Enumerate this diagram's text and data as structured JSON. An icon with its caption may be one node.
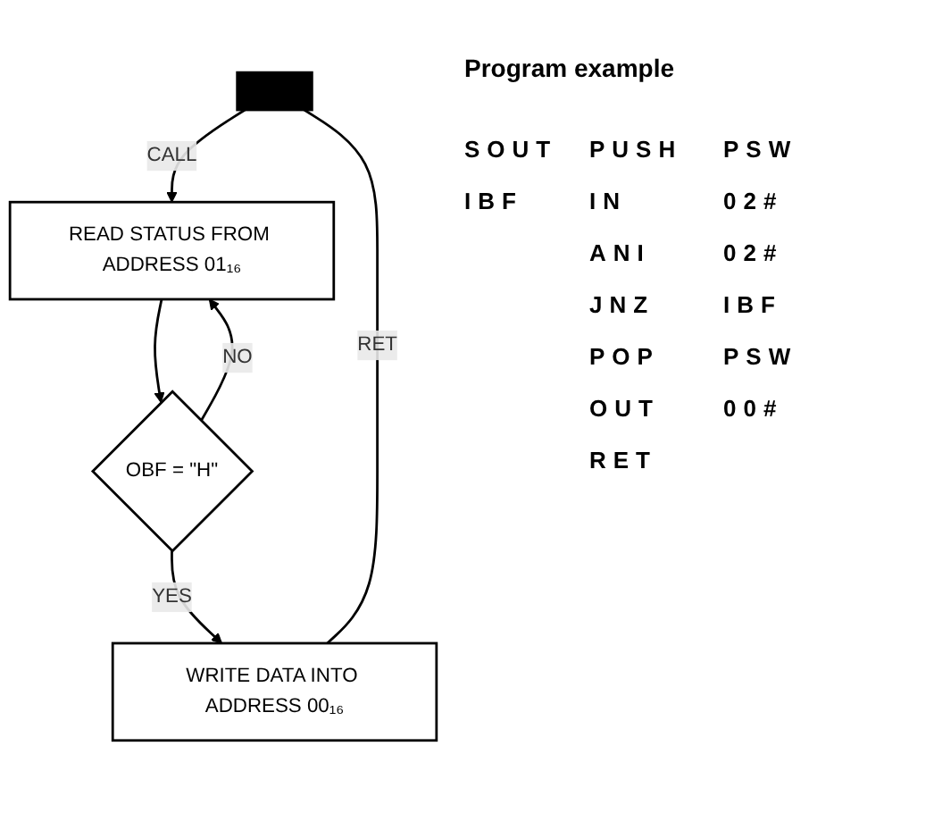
{
  "diagram": {
    "title": "Program example",
    "nodes": [
      {
        "text": [],
        "shape": "bar"
      },
      {
        "text": [
          "READ STATUS FROM ADDRESS 01₁₆"
        ]
      },
      {
        "text": [
          "OBF = \"H\""
        ]
      },
      {
        "text": [
          "WRITE DATA INTO ADDRESS 00₁₆"
        ]
      }
    ],
    "edges": [
      {
        "from": 0,
        "to": 1,
        "arrow": "to",
        "label": "CALL"
      },
      {
        "from": 1,
        "to": 2,
        "arrow": "to"
      },
      {
        "from": 2,
        "to": 1,
        "arrow": "to",
        "label": "NO"
      },
      {
        "from": 2,
        "to": 3,
        "arrow": "to",
        "label": "YES"
      },
      {
        "from": 3,
        "to": 0,
        "arrow": "none",
        "label": "RET"
      }
    ],
    "labels": [
      "SOUT",
      "PUSH",
      "PSW",
      "IBF",
      "IN",
      "02#",
      "ANI",
      "02#",
      "JNZ",
      "IBF",
      "POP",
      "PSW",
      "OUT",
      "00#",
      "RET"
    ]
  }
}
